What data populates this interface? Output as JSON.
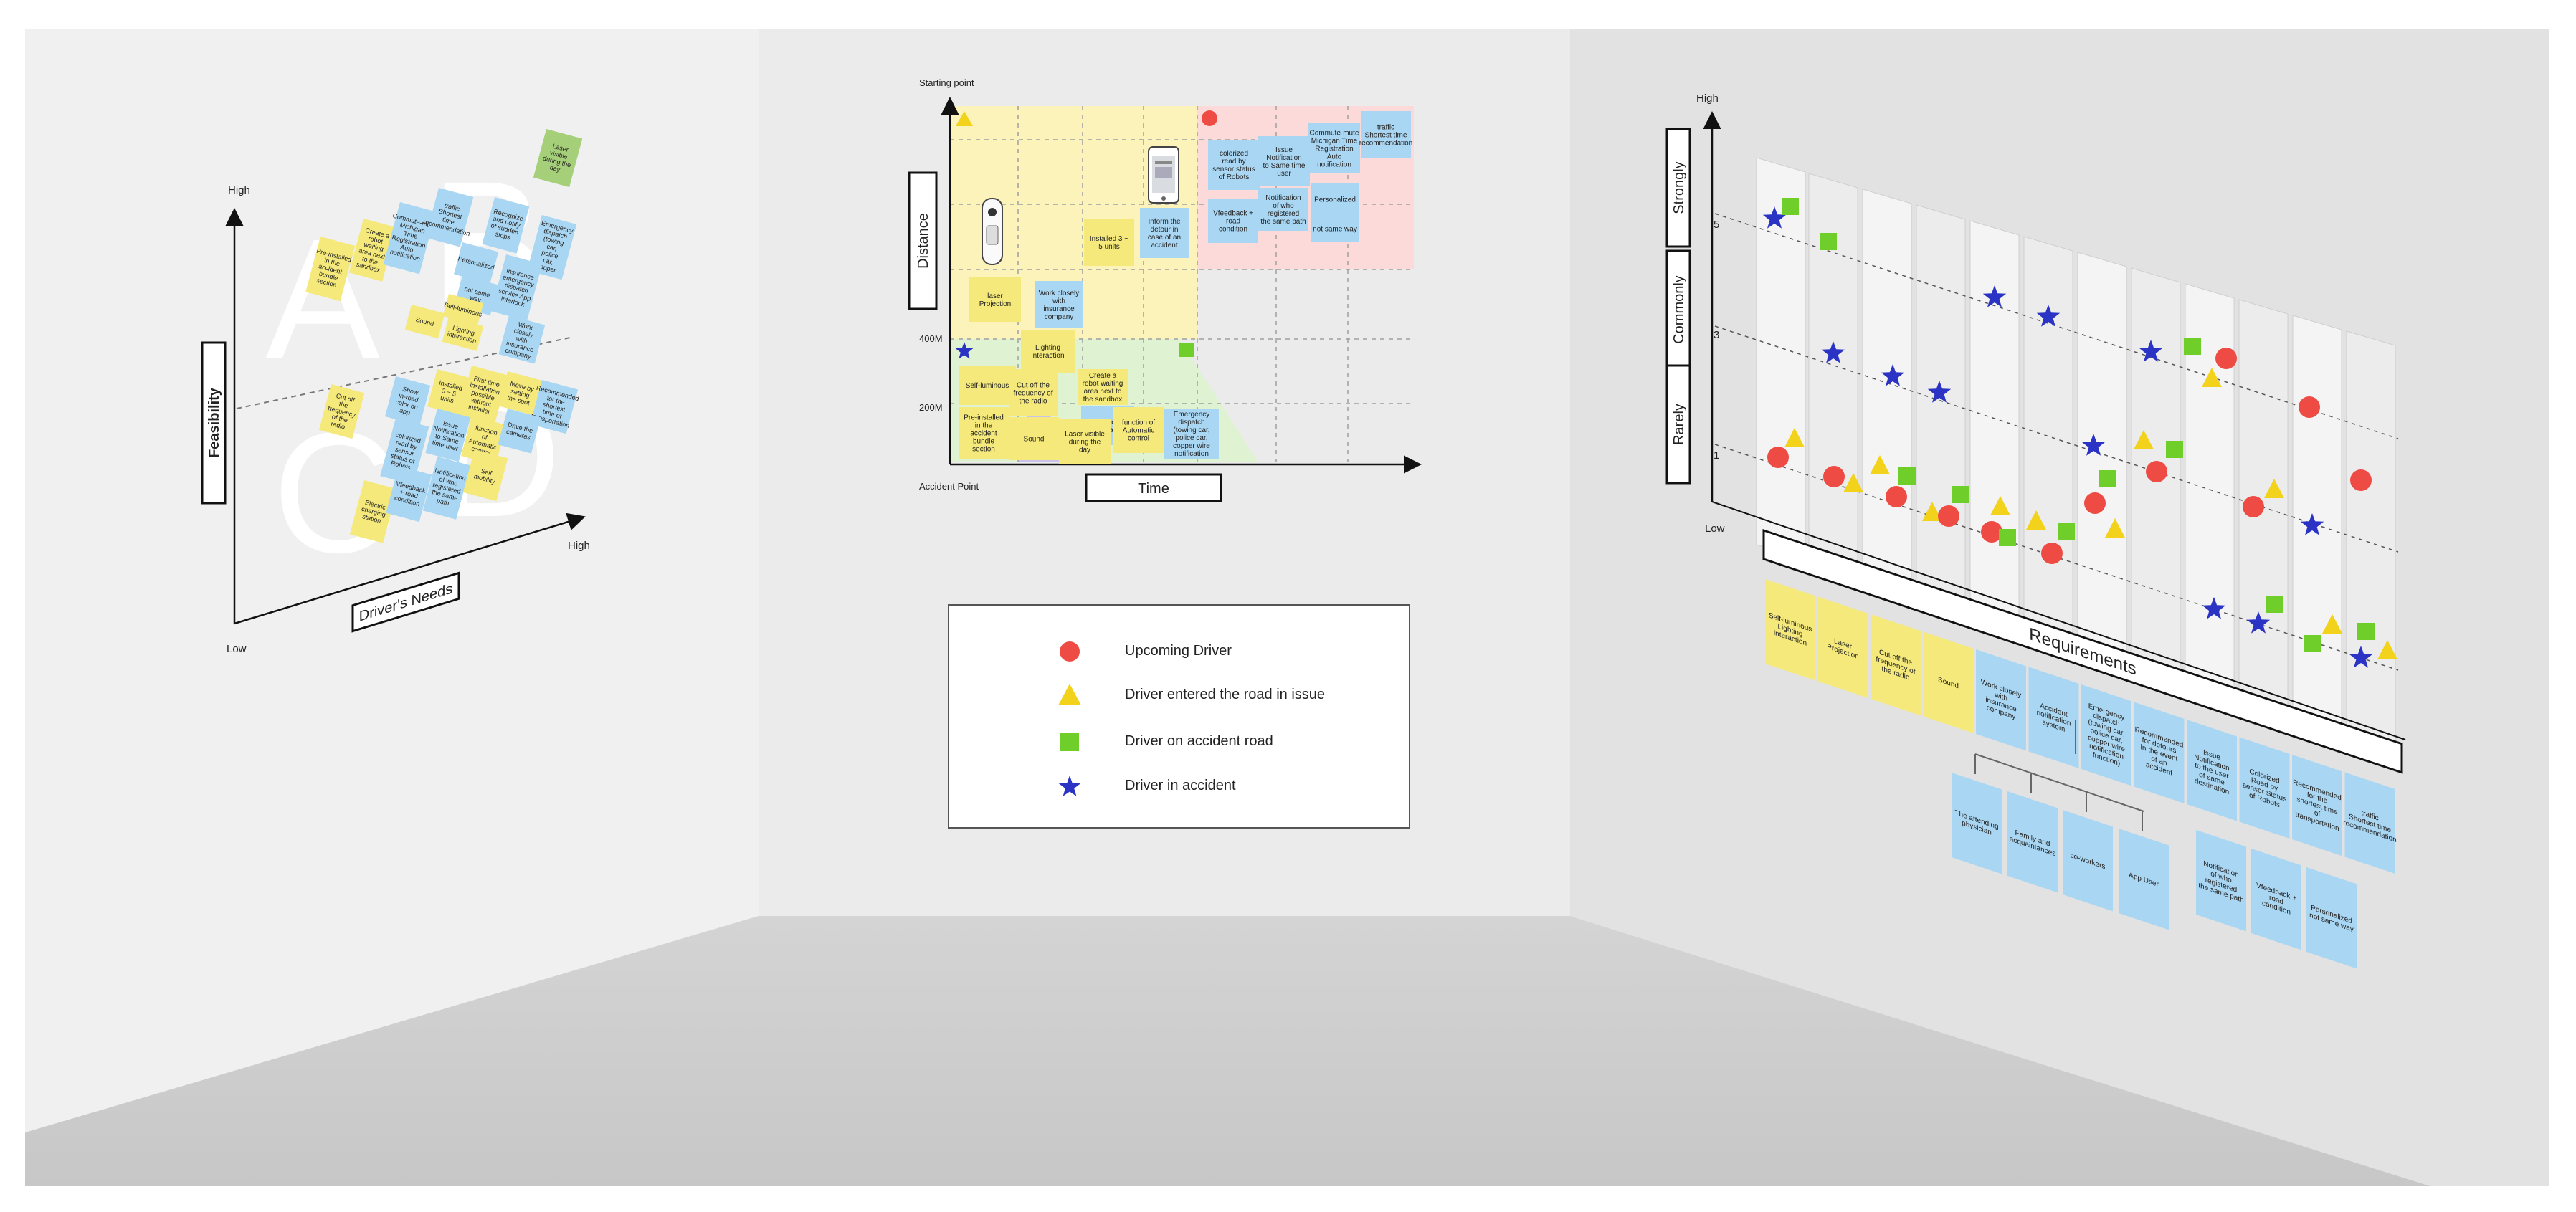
{
  "colors": {
    "yellow_note": "#f4e97a",
    "blue_note": "#a9d6f2",
    "green_note": "#a6cf7a",
    "red": "#ee4b44",
    "triangle": "#f2d21a",
    "square": "#6fce2a",
    "star": "#2a33c4"
  },
  "left_wall": {
    "axis_high_y": "High",
    "axis_high_x": "High",
    "axis_low": "Low",
    "y_label": "Feasibility",
    "x_label": "Driver's Needs",
    "quadrant_letters": [
      "A",
      "B",
      "C",
      "D"
    ],
    "notes": [
      {
        "text": "Pre-installed in the accident bundle section",
        "color": "yellow"
      },
      {
        "text": "Create a robot waiting area next to the sandbox",
        "color": "yellow"
      },
      {
        "text": "Commute-mute Michigan Time Registration Auto notification",
        "color": "blue"
      },
      {
        "text": "traffic Shortest time recommendation",
        "color": "blue"
      },
      {
        "text": "Recognize and notify of sudden stops",
        "color": "blue"
      },
      {
        "text": "Emergency dispatch (towing car, police car, copper wire notification function)",
        "color": "blue"
      },
      {
        "text": "Laser visible during the day",
        "color": "green"
      },
      {
        "text": "Personalized",
        "color": "blue"
      },
      {
        "text": "not same way",
        "color": "blue"
      },
      {
        "text": "Insurance emergency dispatch service App interlock",
        "color": "blue"
      },
      {
        "text": "Sound",
        "color": "yellow"
      },
      {
        "text": "Self-luminous",
        "color": "yellow"
      },
      {
        "text": "Lighting interaction",
        "color": "yellow"
      },
      {
        "text": "Work closely with insurance company",
        "color": "blue"
      },
      {
        "text": "Cut off the frequency of the radio",
        "color": "yellow"
      },
      {
        "text": "Show in-road color on app",
        "color": "blue"
      },
      {
        "text": "Installed 3 ~ 5 units",
        "color": "yellow"
      },
      {
        "text": "First time installation possible without installer",
        "color": "yellow"
      },
      {
        "text": "Move by setting the spot",
        "color": "yellow"
      },
      {
        "text": "Recommended for the shortest time of transportation",
        "color": "blue"
      },
      {
        "text": "colorized read by sensor status of Robots",
        "color": "blue"
      },
      {
        "text": "Issue Notification to Same time user",
        "color": "blue"
      },
      {
        "text": "function of Automatic control",
        "color": "yellow"
      },
      {
        "text": "Drive the cameras",
        "color": "blue"
      },
      {
        "text": "Electric charging station",
        "color": "yellow"
      },
      {
        "text": "Vfeedback + road condition",
        "color": "blue"
      },
      {
        "text": "Notification of who registered the same path",
        "color": "blue"
      },
      {
        "text": "Self mobility",
        "color": "yellow"
      }
    ]
  },
  "center_wall": {
    "y_label": "Distance",
    "x_label": "Time",
    "top_label": "Starting point",
    "bottom_label": "Accident Point",
    "tick_400": "400M",
    "tick_200": "200M",
    "notes": [
      {
        "text": "Installed 3 ~ 5 units",
        "color": "yellow"
      },
      {
        "text": "Inform the detour in case of an accident",
        "color": "blue"
      },
      {
        "text": "colorized read by sensor status of Robots",
        "color": "blue"
      },
      {
        "text": "Issue Notification to Same time user",
        "color": "blue"
      },
      {
        "text": "Commute-mute Michigan Time Registration Auto notification",
        "color": "blue"
      },
      {
        "text": "traffic Shortest time recommendation",
        "color": "blue"
      },
      {
        "text": "Vfeedback + road condition",
        "color": "blue"
      },
      {
        "text": "Notification of who registered the same path",
        "color": "blue"
      },
      {
        "text": "Personalized",
        "color": "blue"
      },
      {
        "text": "not same way",
        "color": "blue"
      },
      {
        "text": "laser Projection",
        "color": "yellow"
      },
      {
        "text": "Work closely with insurance company",
        "color": "blue"
      },
      {
        "text": "Self-luminous",
        "color": "yellow"
      },
      {
        "text": "Lighting interaction",
        "color": "yellow"
      },
      {
        "text": "Cut off the frequency of the radio",
        "color": "yellow"
      },
      {
        "text": "Create a robot waiting area next to the sandbox",
        "color": "yellow"
      },
      {
        "text": "Accident notification",
        "color": "blue"
      },
      {
        "text": "Pre-installed in the accident bundle section",
        "color": "yellow"
      },
      {
        "text": "Sound",
        "color": "yellow"
      },
      {
        "text": "Laser visible during the day",
        "color": "yellow"
      },
      {
        "text": "function of Automatic control",
        "color": "yellow"
      },
      {
        "text": "Emergency dispatch (towing car, police car, copper wire notification function)",
        "color": "blue"
      }
    ]
  },
  "legend": [
    {
      "symbol": "circle",
      "label": "Upcoming Driver"
    },
    {
      "symbol": "triangle",
      "label": "Driver entered the road in issue"
    },
    {
      "symbol": "square",
      "label": "Driver on accident road"
    },
    {
      "symbol": "star",
      "label": "Driver in accident"
    }
  ],
  "right_wall": {
    "axis_high": "High",
    "axis_low": "Low",
    "level_labels": [
      "Strongly",
      "Commonly",
      "Rarely"
    ],
    "ticks": [
      "5",
      "3",
      "1"
    ],
    "x_label": "Requirements",
    "requirements": [
      {
        "text": "Self-luminous Lighting interaction",
        "color": "yellow"
      },
      {
        "text": "Laser Projection",
        "color": "yellow"
      },
      {
        "text": "Cut off the frequency of the radio",
        "color": "yellow"
      },
      {
        "text": "Sound",
        "color": "yellow"
      },
      {
        "text": "Work closely with insurance company",
        "color": "blue"
      },
      {
        "text": "Accident notification system",
        "color": "blue"
      },
      {
        "text": "Emergency dispatch (towing car, police car, copper wire notification function)",
        "color": "blue"
      },
      {
        "text": "Recommended for detours in the event of an accident",
        "color": "blue"
      },
      {
        "text": "Issue Notification to the user of same destination",
        "color": "blue"
      },
      {
        "text": "Colorized Road by sensor Status of Robots",
        "color": "blue"
      },
      {
        "text": "Recommended for the shortest time of transportation",
        "color": "blue"
      },
      {
        "text": "traffic Shortest time recommendation",
        "color": "blue"
      }
    ],
    "sub_notes": [
      {
        "text": "The attending physician",
        "color": "blue"
      },
      {
        "text": "Family and acquaintances",
        "color": "blue"
      },
      {
        "text": "co-workers",
        "color": "blue"
      },
      {
        "text": "App User",
        "color": "blue"
      },
      {
        "text": "Notification of who registered the same path",
        "color": "blue"
      },
      {
        "text": "Vfeedback + road condition",
        "color": "blue"
      },
      {
        "text": "Personalized not same way",
        "color": "blue"
      }
    ]
  }
}
